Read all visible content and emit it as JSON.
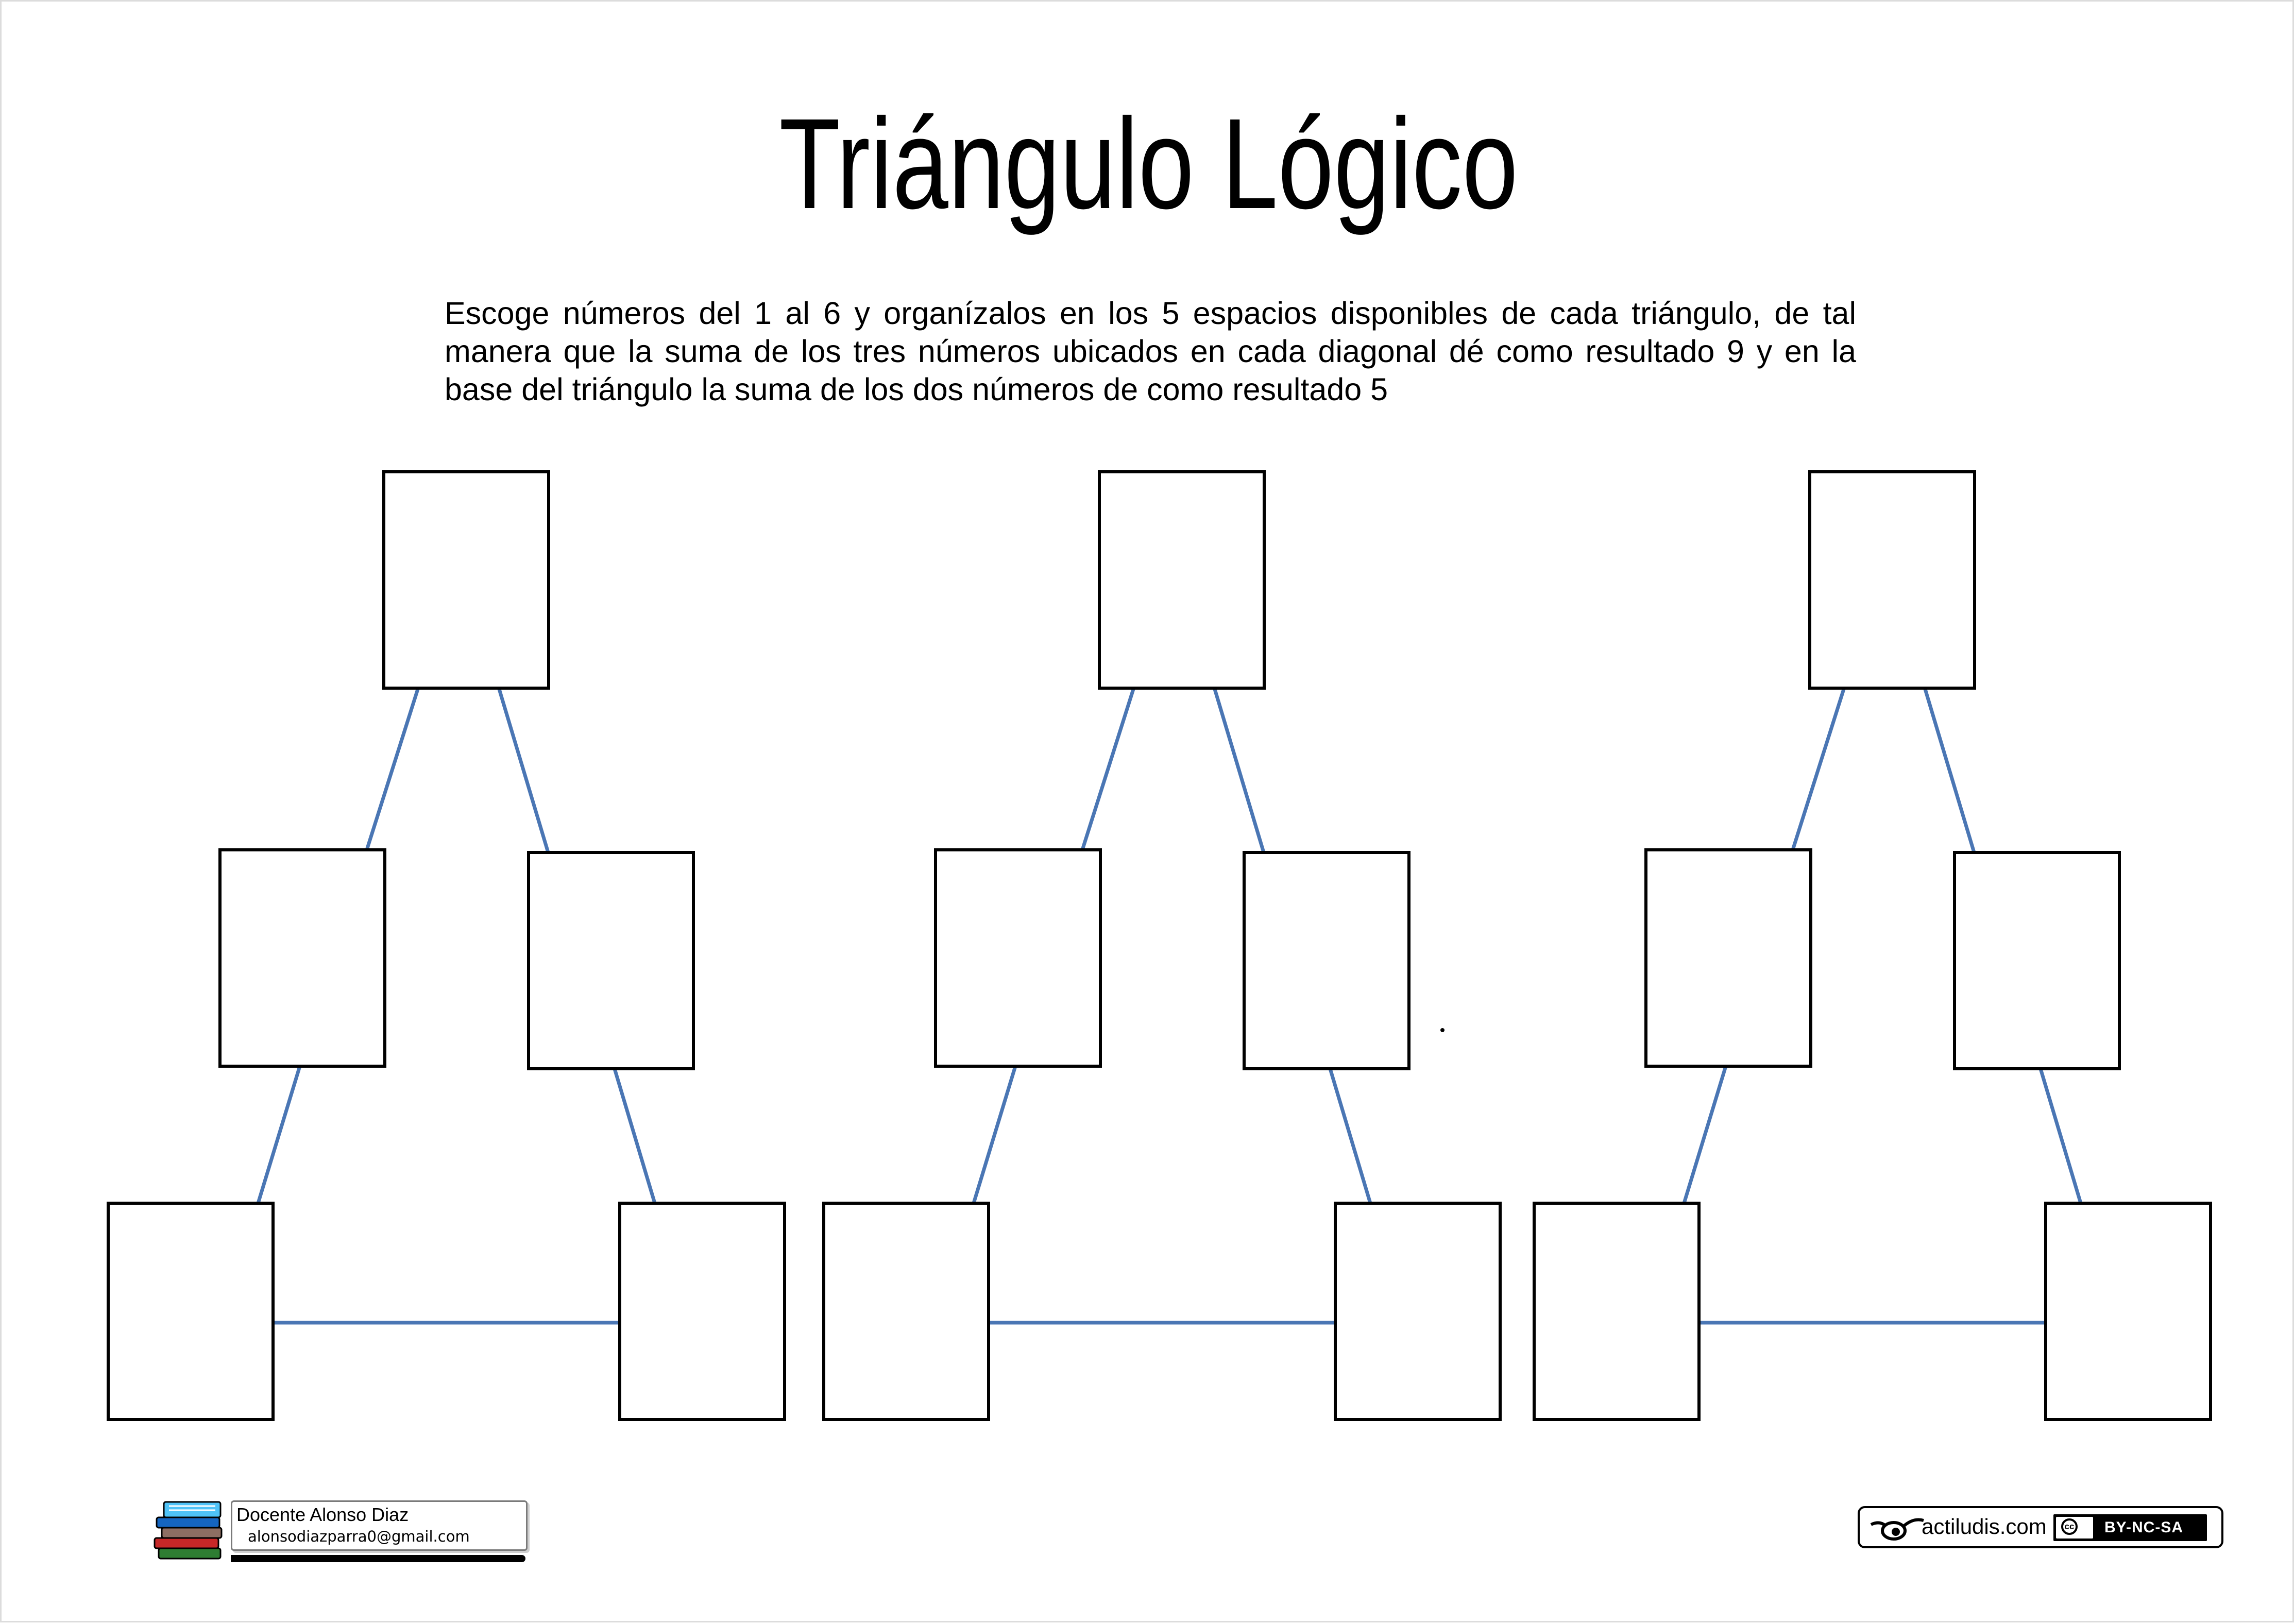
{
  "worksheet": {
    "title": "Triángulo Lógico",
    "instructions": "Escoge números del 1 al  6 y organízalos en los 5 espacios disponibles  de cada triángulo, de tal manera que la suma de los tres números ubicados en cada diagonal dé como resultado 9 y en la base del triángulo la suma de los dos números de como resultado 5"
  },
  "puzzles": [
    {
      "name": "triangle-1",
      "boxes": [
        "",
        "",
        "",
        "",
        "",
        "",
        ""
      ]
    },
    {
      "name": "triangle-2",
      "boxes": [
        "",
        "",
        "",
        "",
        "",
        "",
        ""
      ]
    },
    {
      "name": "triangle-3",
      "boxes": [
        "",
        "",
        "",
        "",
        "",
        "",
        ""
      ]
    }
  ],
  "colors": {
    "connector": "#4a76b4",
    "box_border": "#000000"
  },
  "footer": {
    "author": {
      "name": "Docente Alonso Diaz",
      "email": "alonsodiazparra0@gmail.com",
      "icon": "books-icon"
    },
    "license": {
      "site": "actiludis.com",
      "cc_symbol": "cc",
      "code": "BY-NC-SA",
      "icon": "eye-icon"
    }
  }
}
